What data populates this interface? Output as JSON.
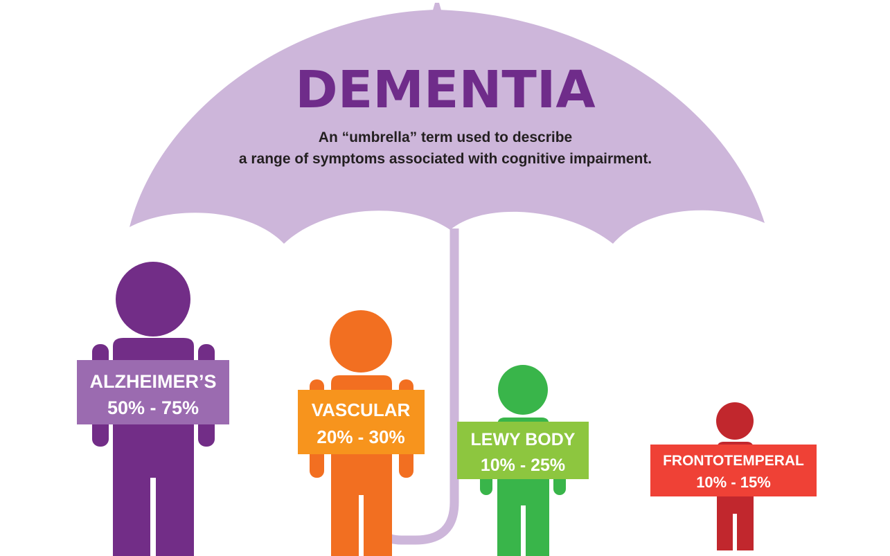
{
  "title": "DEMENTIA",
  "subtitle": {
    "line1": "An “umbrella” term used to describe",
    "line2": "a range of symptoms associated with cognitive impairment."
  },
  "colors": {
    "umbrella": "#cdb6da",
    "title": "#6f2c8a"
  },
  "types": [
    {
      "name": "ALZHEIMER’S",
      "range": "50% - 75%",
      "body_color": "#722d87",
      "sign_color": "#9b6bb0"
    },
    {
      "name": "VASCULAR",
      "range": "20% - 30%",
      "body_color": "#f26f21",
      "sign_color": "#f7941d"
    },
    {
      "name": "LEWY BODY",
      "range": "10% - 25%",
      "body_color": "#39b54a",
      "sign_color": "#8dc63f"
    },
    {
      "name": "FRONTOTEMPERAL",
      "range": "10% - 15%",
      "body_color": "#c1272d",
      "sign_color": "#ef4136"
    }
  ]
}
